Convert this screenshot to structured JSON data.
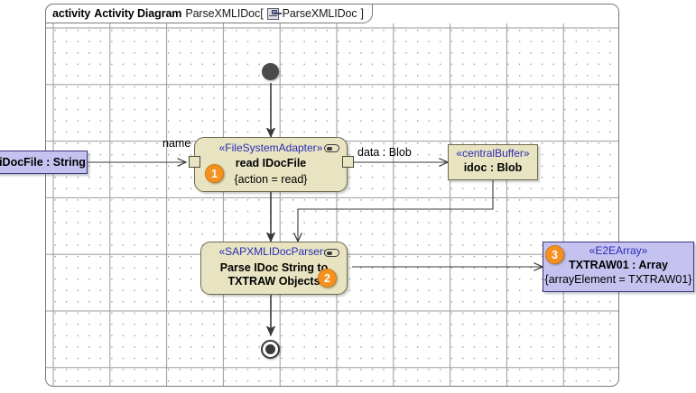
{
  "frame": {
    "keyword": "activity",
    "diagram_type": "Activity Diagram",
    "diagram_name": "ParseXMLIDoc",
    "bracket_open": "[",
    "bracket_close": "]",
    "context_name": "ParseXMLIDoc",
    "icon": "activity-parameter-icon"
  },
  "nodes": {
    "input_object": {
      "label": "iDocFile : String",
      "color": "#c5c2f0"
    },
    "action1": {
      "stereotype": "«FileSystemAdapter»",
      "name": "read IDocFile",
      "property": "{action = read}",
      "badge": "1",
      "color": "#e8e4c2",
      "icon": "activity-rake-icon"
    },
    "buffer": {
      "stereotype": "«centralBuffer»",
      "name": "idoc : Blob",
      "color": "#e8e4c2"
    },
    "action2": {
      "stereotype": "«SAPXMLIDocParser»",
      "name_line1": "Parse IDoc String to",
      "name_line2": "TXTRAW Objects",
      "badge": "2",
      "color": "#e8e4c2",
      "icon": "activity-rake-icon"
    },
    "output_array": {
      "stereotype": "«E2EArray»",
      "name": "TXTRAW01 : Array",
      "property": "{arrayElement = TXTRAW01}",
      "badge": "3",
      "color": "#c5c2f0"
    },
    "initial": {
      "label": "initial-node"
    },
    "final": {
      "label": "activity-final-node"
    }
  },
  "edges": {
    "input_pin_label": "name",
    "output_pin_label": "data : Blob"
  },
  "colors": {
    "accent_badge": "#f59120",
    "stereotype_text": "#2b2bb5",
    "action_fill": "#e8e4c2",
    "object_fill": "#c5c2f0",
    "frame_border": "#7a7a7a",
    "grid_dot": "#9a9a9a"
  }
}
